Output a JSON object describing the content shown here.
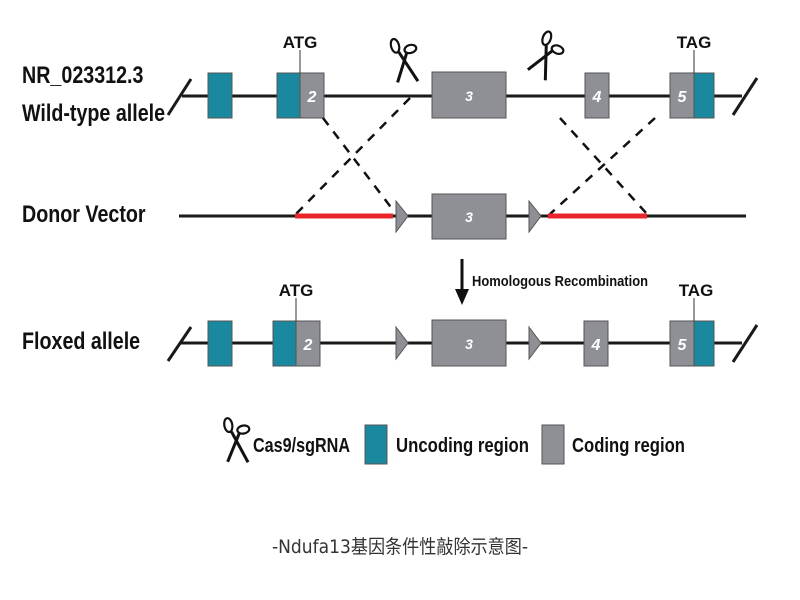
{
  "title": "NR_023312.3 Ndufa13 conditional knockout schematic",
  "colors": {
    "uncoding": "#1a889e",
    "coding": "#8e9096",
    "homology_arm": "#e8262b",
    "line": "#1a1a1a"
  },
  "rows": {
    "wildtype": {
      "label_line1": "NR_023312.3",
      "label_line2": "Wild-type allele",
      "start_codon": "ATG",
      "stop_codon": "TAG",
      "exons": [
        "2",
        "3",
        "4",
        "5"
      ]
    },
    "donor": {
      "label": "Donor Vector",
      "exons": [
        "3"
      ]
    },
    "floxed": {
      "label": "Floxed allele",
      "start_codon": "ATG",
      "stop_codon": "TAG",
      "exons": [
        "2",
        "3",
        "4",
        "5"
      ]
    }
  },
  "arrow_label": "Homologous Recombination",
  "legend": {
    "cas9": "Cas9/sgRNA",
    "uncoding": "Uncoding region",
    "coding": "Coding region"
  },
  "caption": "-Ndufa13基因条件性敲除示意图-"
}
